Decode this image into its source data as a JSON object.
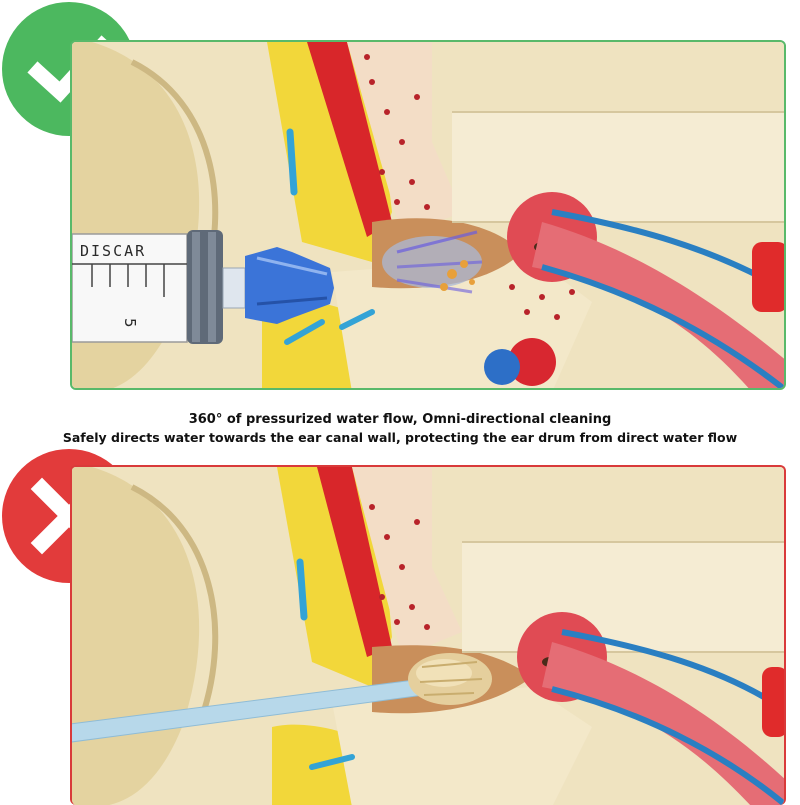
{
  "badges": {
    "correct": {
      "icon": "check-icon",
      "color": "#4cb85f"
    },
    "incorrect": {
      "icon": "cross-icon",
      "color": "#e23b3b"
    }
  },
  "captions": {
    "line1": "360° of pressurized water flow,   Omni-directional cleaning",
    "line2": "Safely directs water towards the ear canal wall, protecting the ear drum from direct water flow"
  },
  "syringe": {
    "barrel_label": "DISCAR",
    "scale_mark": "5"
  },
  "colors": {
    "correct_border": "#59b96a",
    "incorrect_border": "#d93a3a",
    "tip_blue": "#3b74d8"
  }
}
